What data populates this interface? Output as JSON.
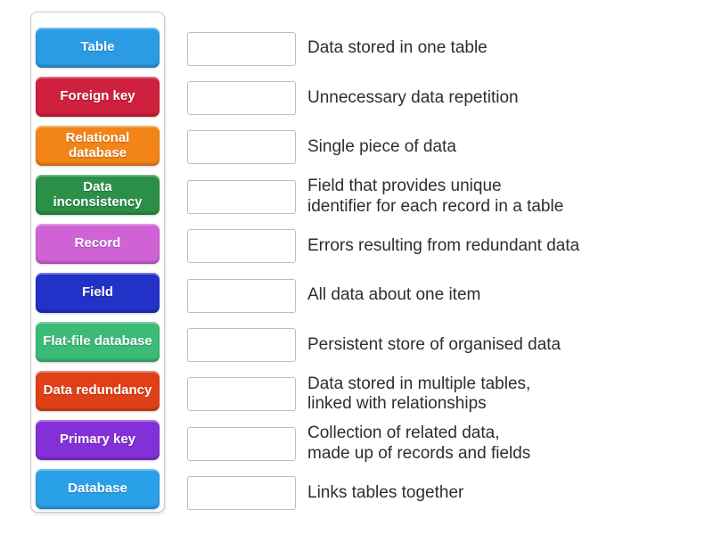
{
  "pairs": [
    {
      "term": "Table",
      "color": "#2b9be4",
      "definition": "Data stored in one table"
    },
    {
      "term": "Foreign key",
      "color": "#cf203e",
      "definition": "Unnecessary data repetition"
    },
    {
      "term": "Relational database",
      "color": "#f28418",
      "definition": "Single piece of data"
    },
    {
      "term": "Data inconsistency",
      "color": "#2b8f48",
      "definition": "Field that provides unique\nidentifier for each record in a table"
    },
    {
      "term": "Record",
      "color": "#cf63d6",
      "definition": "Errors resulting from redundant data"
    },
    {
      "term": "Field",
      "color": "#2231c8",
      "definition": "All data about one item"
    },
    {
      "term": "Flat-file database",
      "color": "#3cba77",
      "definition": "Persistent store of organised data"
    },
    {
      "term": "Data redundancy",
      "color": "#e04018",
      "definition": "Data stored in multiple tables,\nlinked with relationships"
    },
    {
      "term": "Primary key",
      "color": "#8430d8",
      "definition": "Collection of related data,\nmade up of records and fields"
    },
    {
      "term": "Database",
      "color": "#2aa0e8",
      "definition": "Links tables together"
    }
  ]
}
